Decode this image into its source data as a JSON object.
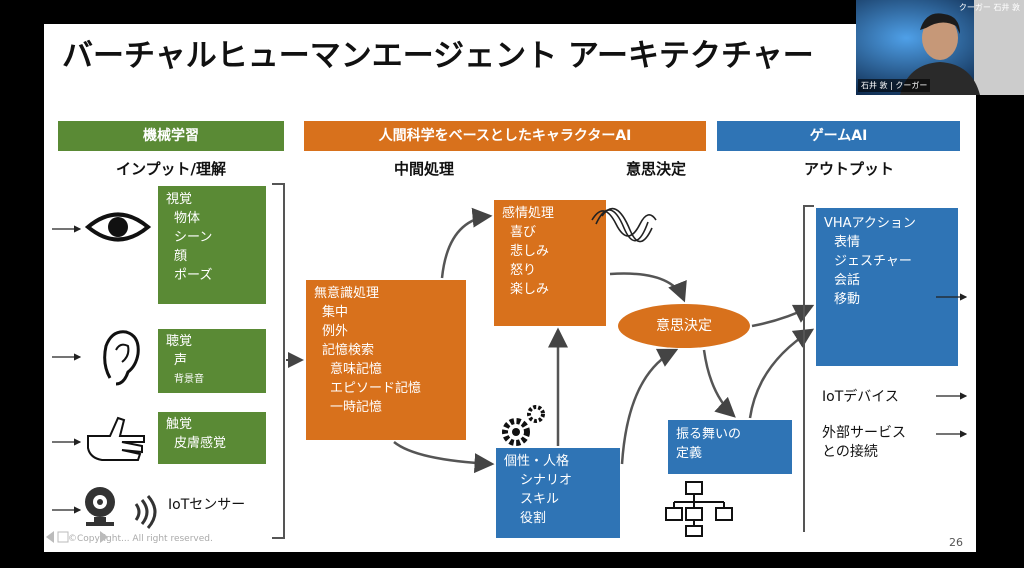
{
  "slide": {
    "title": "バーチャルヒューマンエージェント アーキテクチャー",
    "page_number": "26",
    "copyright": "©Copyright... All right reserved.",
    "headers": {
      "ml": "機械学習",
      "char_ai": "人間科学をベースとしたキャラクターAI",
      "game_ai": "ゲームAI"
    },
    "subheaders": {
      "input": "インプット/理解",
      "middle": "中間処理",
      "decision": "意思決定",
      "output": "アウトプット"
    },
    "vision": {
      "title": "視覚",
      "items": [
        "物体",
        "シーン",
        "顔",
        "ポーズ"
      ]
    },
    "hearing": {
      "title": "聴覚",
      "items": [
        "声"
      ],
      "small": "背景音"
    },
    "touch": {
      "title": "触覚",
      "items": [
        "皮膚感覚"
      ]
    },
    "iot_sensor": "IoTセンサー",
    "unconscious": {
      "title": "無意識処理",
      "items": [
        "集中",
        "例外",
        "記憶検索"
      ],
      "sub_items": [
        "意味記憶",
        "エピソード記憶",
        "一時記憶"
      ]
    },
    "emotion": {
      "title": "感情処理",
      "items": [
        "喜び",
        "悲しみ",
        "怒り",
        "楽しみ"
      ]
    },
    "personality": {
      "title": "個性・人格",
      "items": [
        "シナリオ",
        "スキル",
        "役割"
      ]
    },
    "decision_node": "意思決定",
    "behavior": {
      "title": "振る舞いの",
      "title2": "定義"
    },
    "vha": {
      "title": "VHAアクション",
      "items": [
        "表情",
        "ジェスチャー",
        "会話",
        "移動"
      ]
    },
    "iot_device": "IoTデバイス",
    "external": {
      "line1": "外部サービス",
      "line2": "との接続"
    },
    "colors": {
      "green": "#5a8a35",
      "orange": "#d8711c",
      "blue": "#2f74b5"
    }
  },
  "video": {
    "top_label": "クーガー 石井 敦",
    "name_label": "石井 敦 | クーガー"
  }
}
